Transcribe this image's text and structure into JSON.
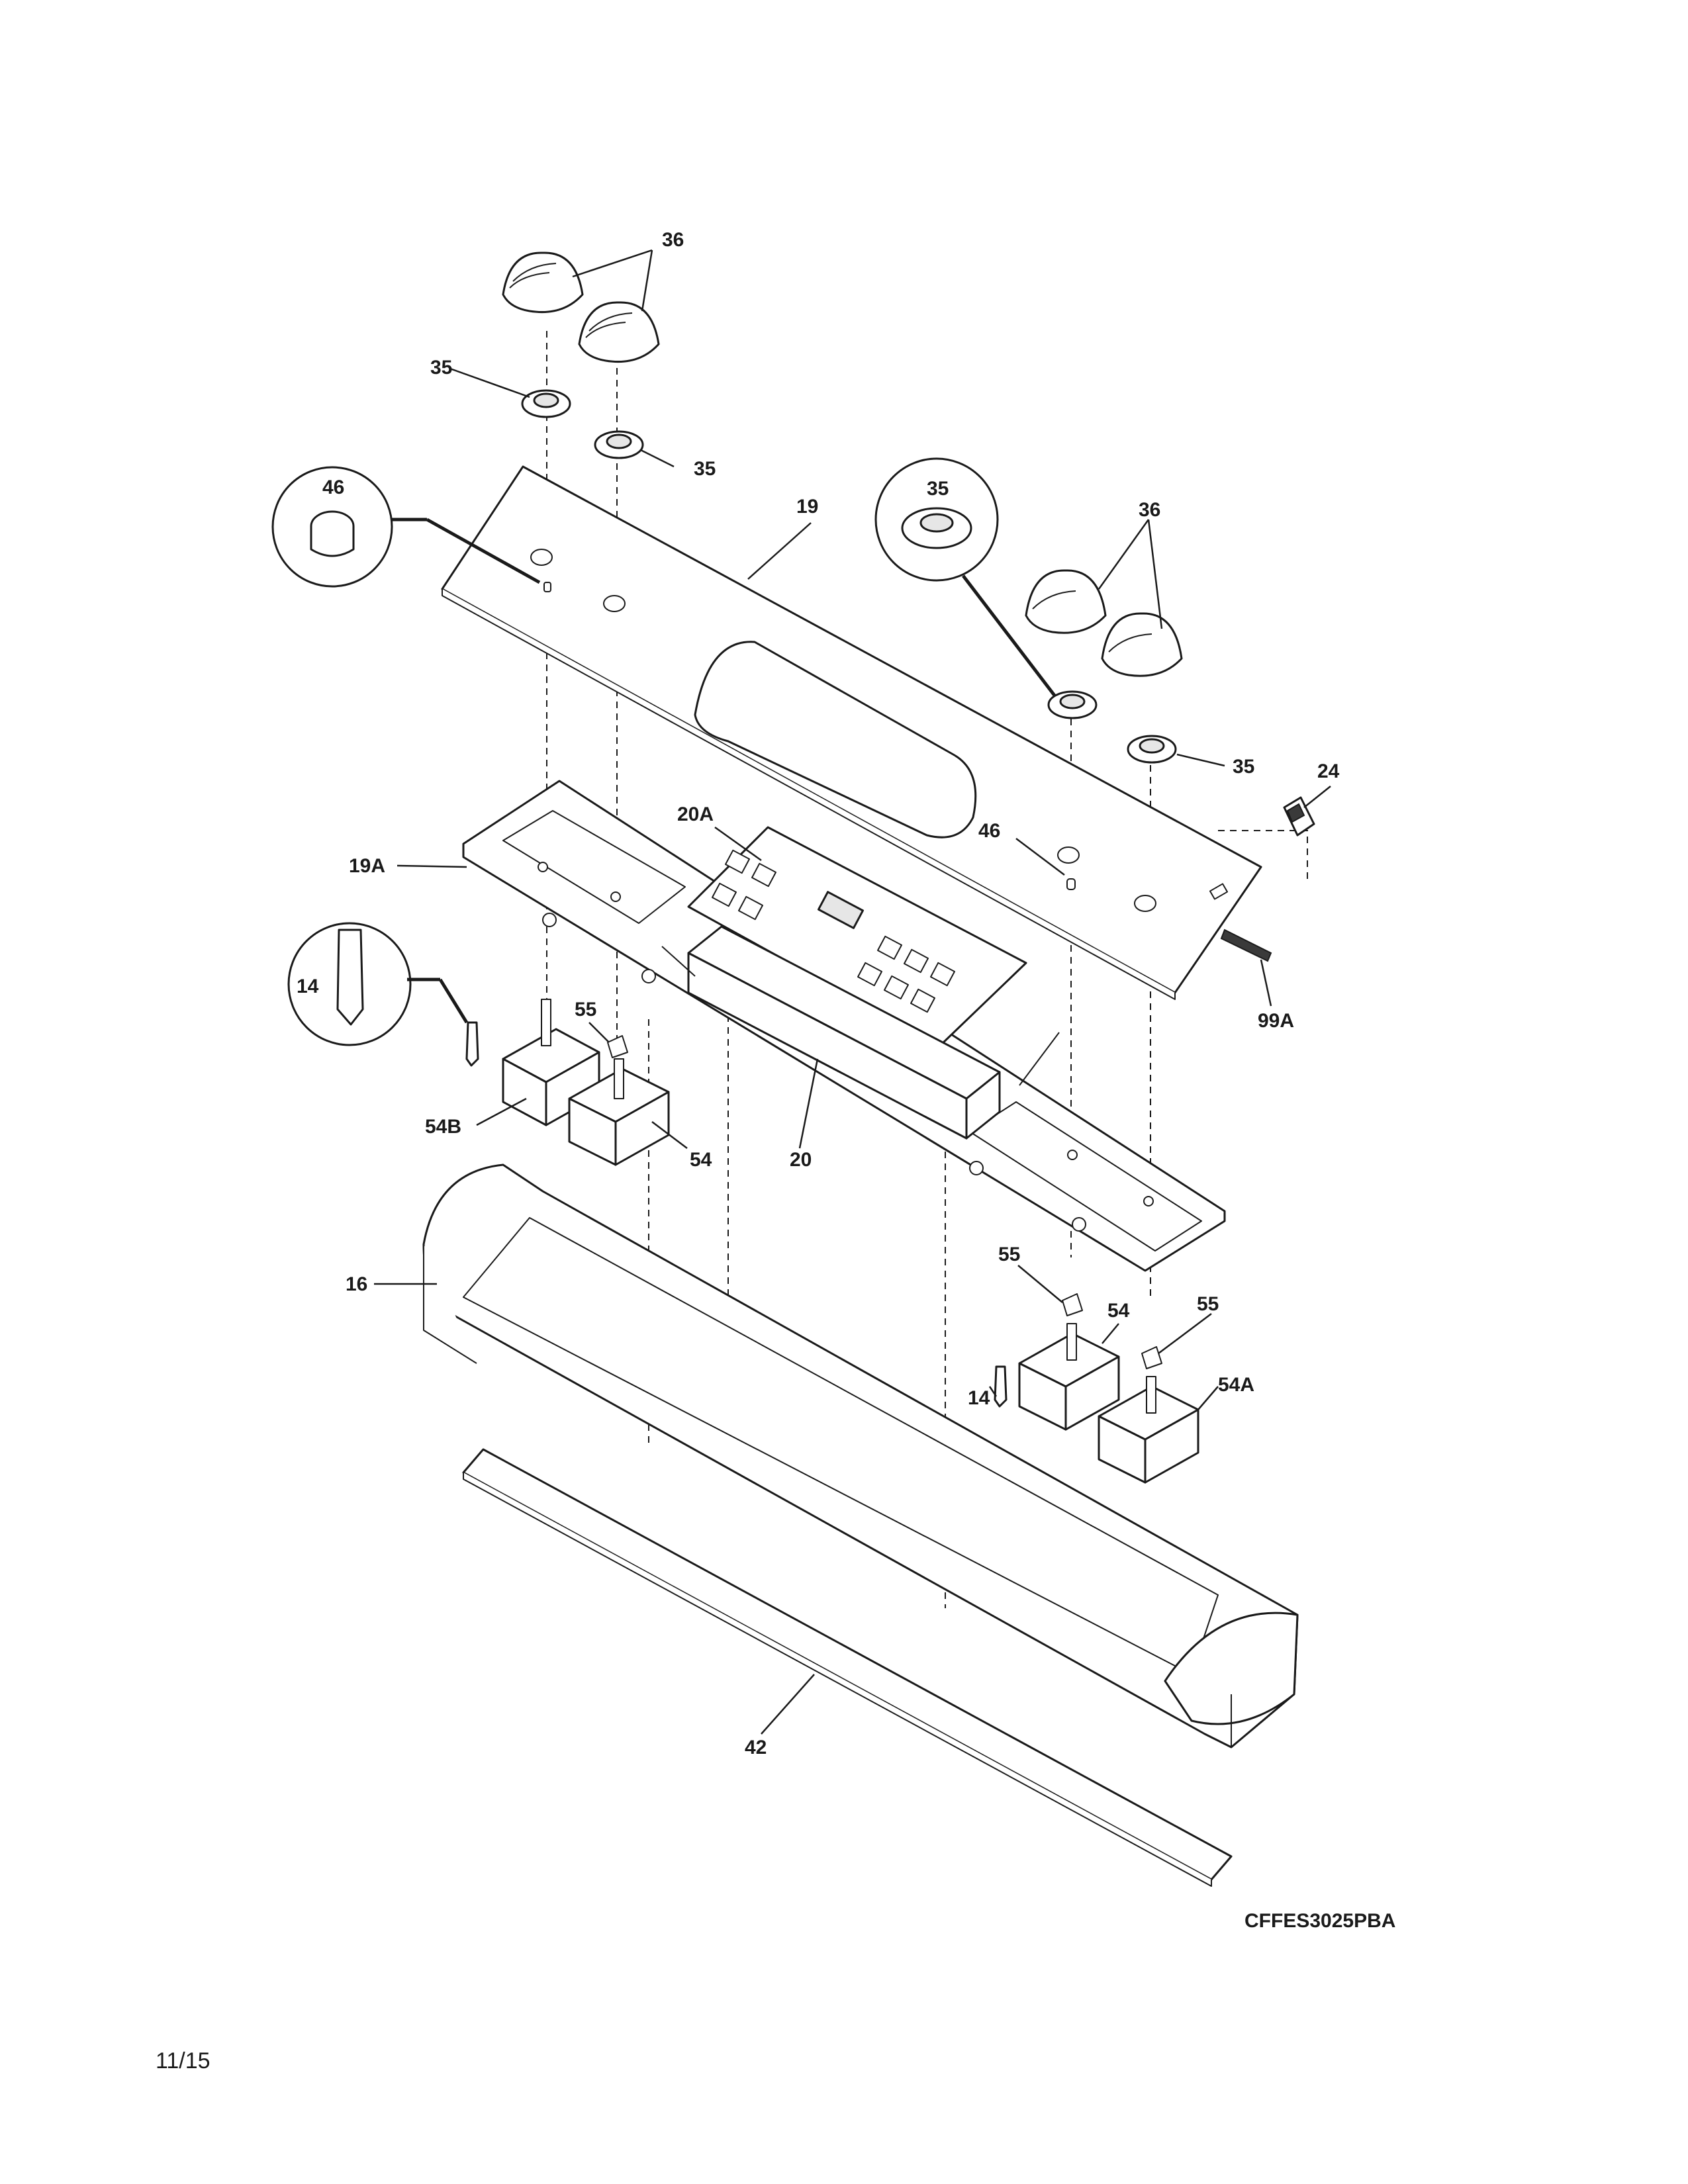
{
  "diagram_code": "CFFES3025PBA",
  "page_number": "11/15",
  "callouts": {
    "c36_top": "36",
    "c35_left": "35",
    "c35_mid": "35",
    "c46_circle": "46",
    "c19": "19",
    "c35_circle": "35",
    "c36_right": "36",
    "c35_right": "35",
    "c24": "24",
    "c20A": "20A",
    "c19A": "19A",
    "c46": "46",
    "c14_circle": "14",
    "c55_left": "55",
    "c99A": "99A",
    "c54B": "54B",
    "c54_left": "54",
    "c20": "20",
    "c16": "16",
    "c55_right1": "55",
    "c54_right": "54",
    "c55_right2": "55",
    "c14_right": "14",
    "c54A": "54A",
    "c42": "42"
  }
}
